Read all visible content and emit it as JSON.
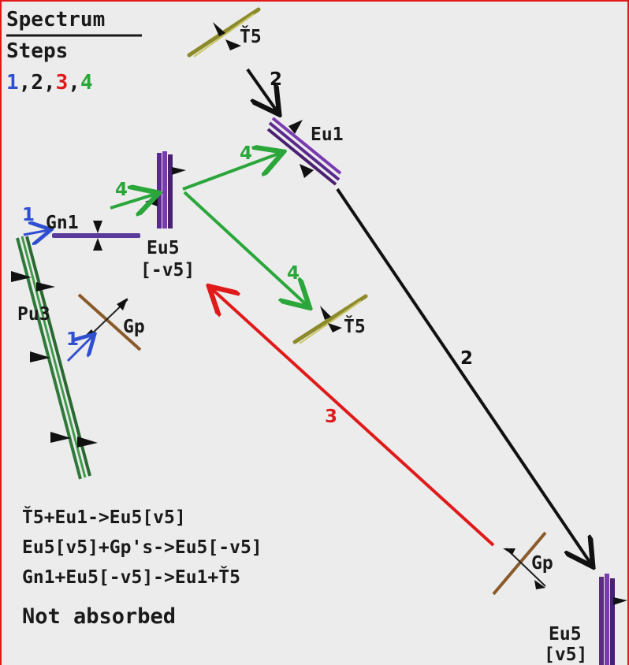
{
  "legend": {
    "title": "Spectrum",
    "subtitle": "Steps",
    "steps": [
      {
        "text": "1",
        "color": "#2f4fd0"
      },
      {
        "text": ",",
        "color": "#1a1a1a"
      },
      {
        "text": "2",
        "color": "#1a1a1a"
      },
      {
        "text": ",",
        "color": "#1a1a1a"
      },
      {
        "text": "3",
        "color": "#e01a1a"
      },
      {
        "text": ",",
        "color": "#1a1a1a"
      },
      {
        "text": "4",
        "color": "#2aa63a"
      }
    ]
  },
  "nodes": {
    "y5_top": "Ť5",
    "eu1": "Eu1",
    "gn1": "Gn1",
    "eu5_neg_name": "Eu5",
    "eu5_neg_state": "[-v5]",
    "pu3": "Pu3",
    "gp_left": "Gp",
    "y5_mid": "Ť5",
    "gp_right": "Gp",
    "eu5_pos_name": "Eu5",
    "eu5_pos_state": "[v5]"
  },
  "arrow_labels": {
    "black_top": "2",
    "green_up": "4",
    "green_in": "4",
    "green_down": "4",
    "blue_gn1": "1",
    "blue_gp": "1",
    "black_diag": "2",
    "red_diag": "3"
  },
  "reactions": [
    "Ť5+Eu1->Eu5[v5]",
    "Eu5[v5]+Gp's->Eu5[-v5]",
    "Gn1+Eu5[-v5]->Eu1+Ť5"
  ],
  "note": "Not absorbed",
  "colors": {
    "step1": "#2f4fd0",
    "step2": "#111111",
    "step3": "#e01a1a",
    "step4": "#2aa63a",
    "eu_purple": "#5a2a8c",
    "gamma_olive": "#8c8a2a",
    "gp_brown": "#8a5a2a",
    "pu_green": "#2f7a3a",
    "gn_purple": "#5a3a9a"
  }
}
